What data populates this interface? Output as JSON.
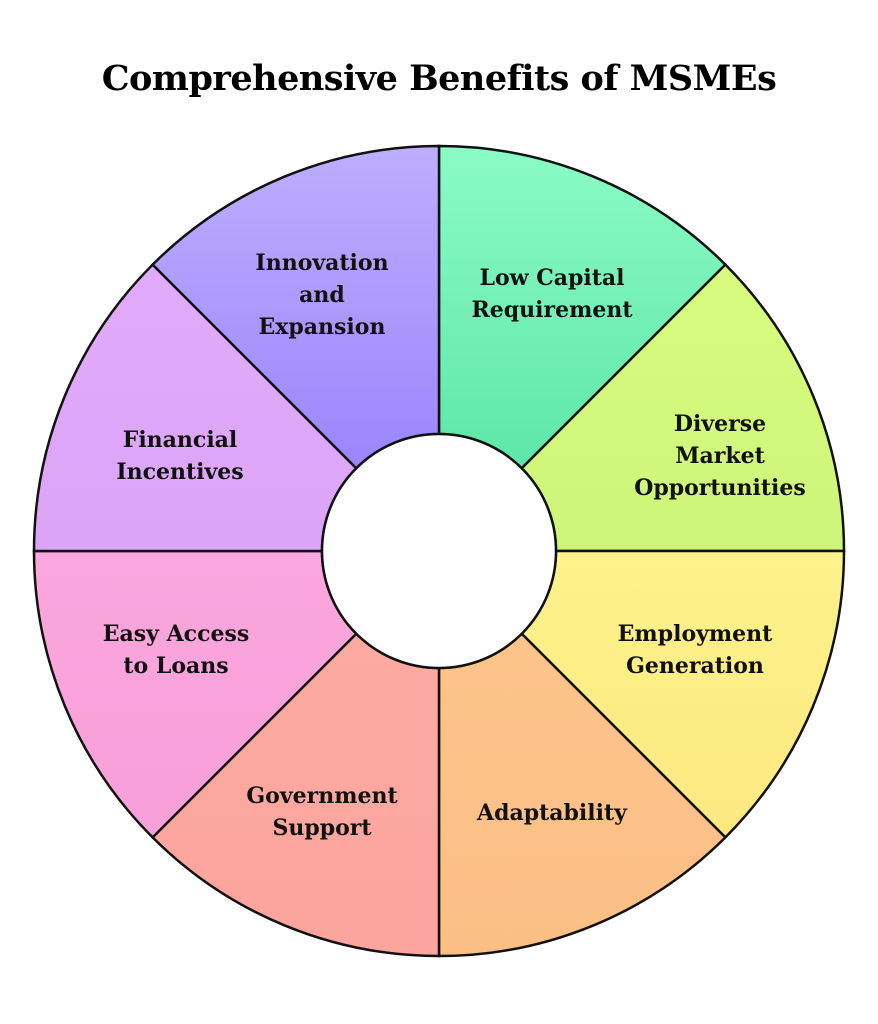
{
  "title": "Comprehensive Benefits of MSMEs",
  "segments": [
    {
      "label": [
        "Low Capital",
        "Requirement"
      ],
      "color_top": "#8bfbc6",
      "color_bottom": "#5ee6a8"
    },
    {
      "label": [
        "Diverse",
        "Market",
        "Opportunities"
      ],
      "color_top": "#d8fb7e",
      "color_bottom": "#cdf57a"
    },
    {
      "label": [
        "Employment",
        "Generation"
      ],
      "color_top": "#fdf28c",
      "color_bottom": "#fde880"
    },
    {
      "label": [
        "Adaptability"
      ],
      "color_top": "#fdc48a",
      "color_bottom": "#fbbf86"
    },
    {
      "label": [
        "Government",
        "Support"
      ],
      "color_top": "#fdaaa2",
      "color_bottom": "#fca49e"
    },
    {
      "label": [
        "Easy Access",
        "to Loans"
      ],
      "color_top": "#fba6de",
      "color_bottom": "#f89fd8"
    },
    {
      "label": [
        "Financial",
        "Incentives"
      ],
      "color_top": "#e2aafa",
      "color_bottom": "#dca4f6"
    },
    {
      "label": [
        "Innovation",
        "and",
        "Expansion"
      ],
      "color_top": "#bdaefd",
      "color_bottom": "#9a85fc"
    }
  ]
}
